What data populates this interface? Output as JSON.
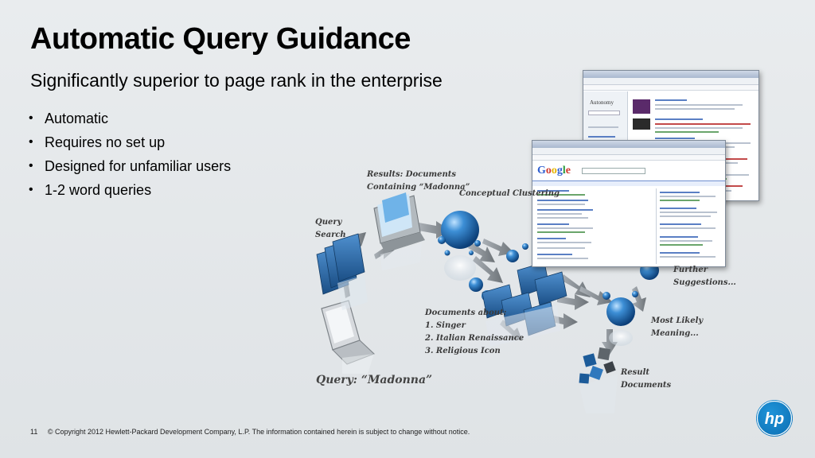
{
  "slide": {
    "title": "Automatic Query Guidance",
    "subtitle": "Significantly superior to page rank in the enterprise",
    "bullets": [
      "Automatic",
      "Requires no set up",
      "Designed for unfamiliar users",
      "1-2 word queries"
    ],
    "bullet_glyph": "•"
  },
  "diagram": {
    "results_documents": "Results: Documents\nContaining “Madonna”",
    "conceptual_clustering": "Conceptual Clustering",
    "query_search": "Query\nSearch",
    "documents_about": "Documents about:\n1. Singer\n2. Italian Renaissance\n3. Religious Icon",
    "query_madonna": "Query: “Madonna”",
    "further_suggestions": "Further\nSuggestions...",
    "most_likely_meaning": "Most Likely\nMeaning...",
    "result_documents": "Result\nDocuments"
  },
  "screens": {
    "google_logo": "Google",
    "autonomy_logo": "Autonomy"
  },
  "footer": {
    "page_number": "11",
    "copyright": "© Copyright 2012 Hewlett-Packard Development Company, L.P.  The information contained herein is subject to change without notice."
  },
  "logo": {
    "text": "hp",
    "color": "#0b77c2"
  },
  "colors": {
    "sphere": "#1d6fb3",
    "folder": "#2f6fb0",
    "arrow": "#8a8f94"
  }
}
